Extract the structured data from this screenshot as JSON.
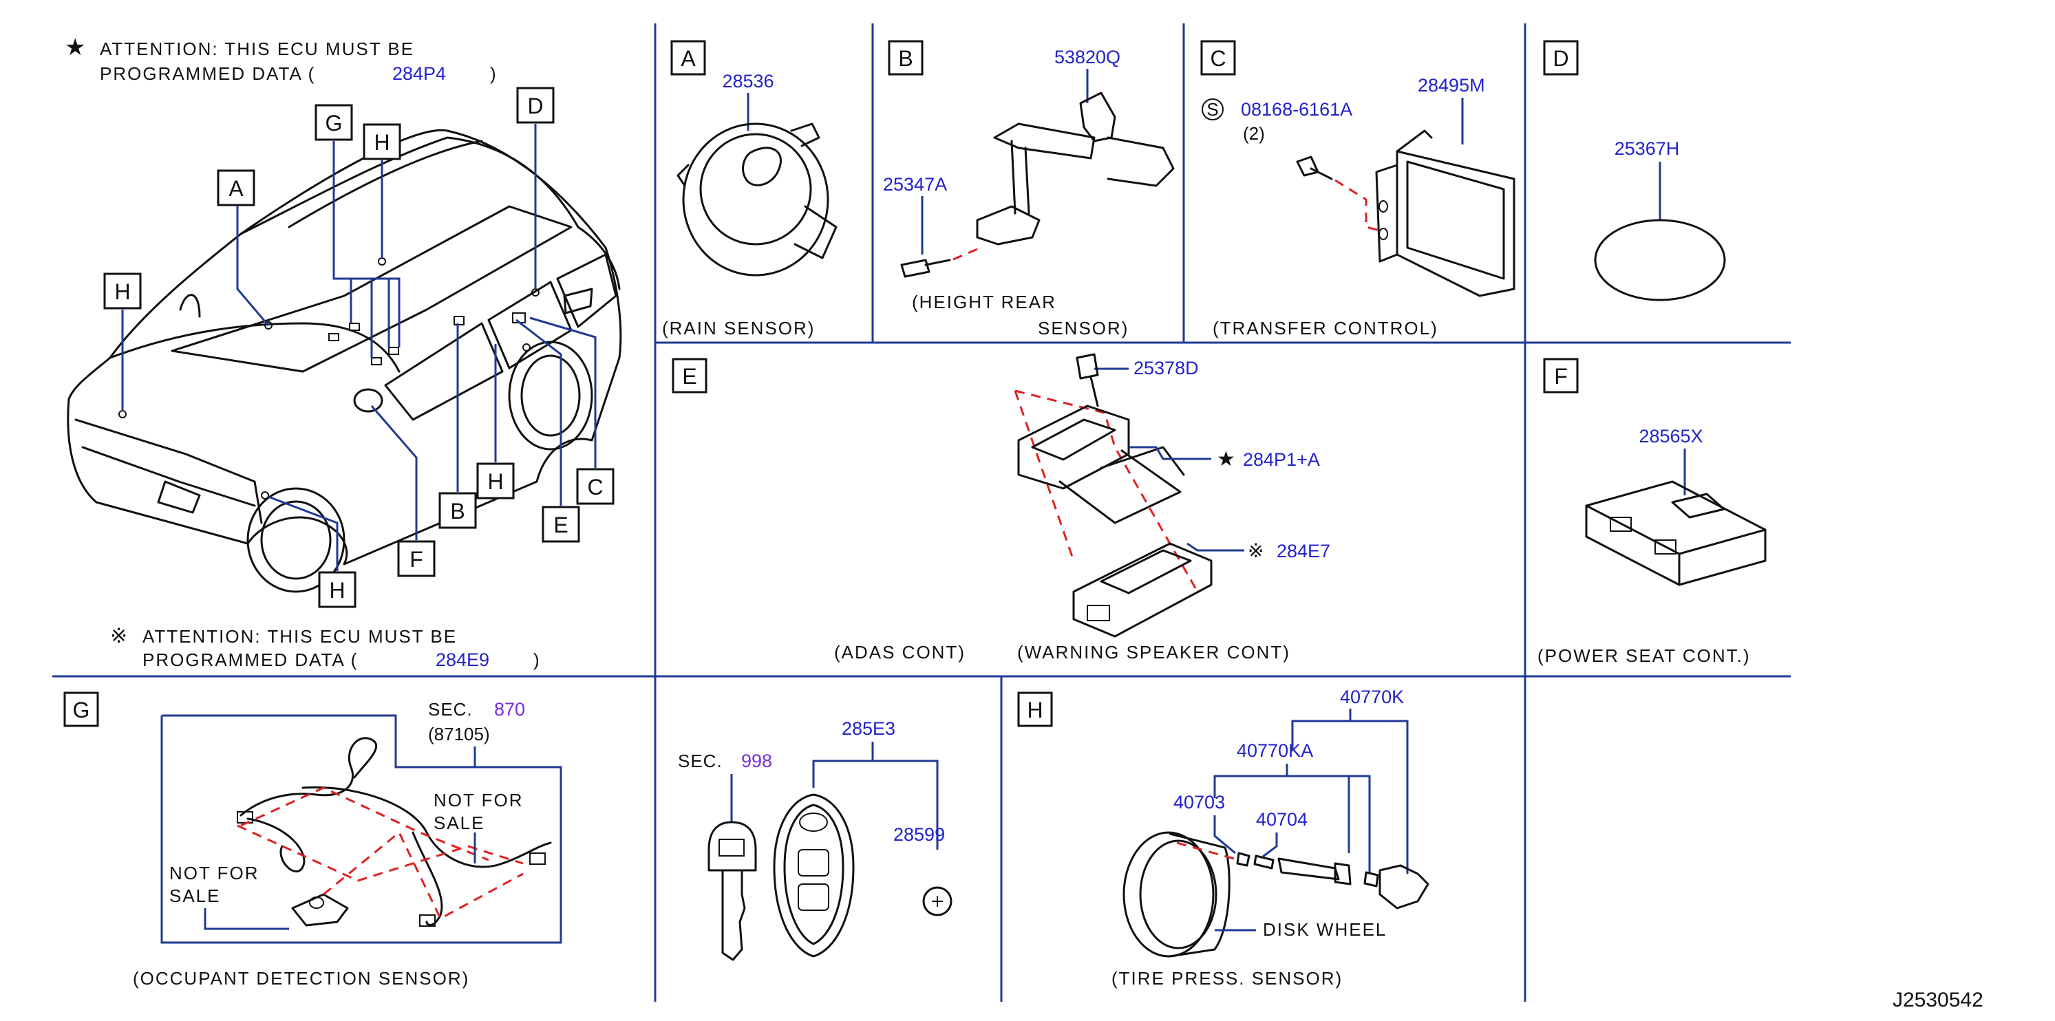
{
  "notes": {
    "star_line1": "ATTENTION:  THIS  ECU  MUST  BE",
    "star_line2": "PROGRAMMED  DATA  (",
    "star_code": "284P4",
    "star_close": ")",
    "kome_line1": "ATTENTION:  THIS  ECU  MUST  BE",
    "kome_line2": "PROGRAMMED  DATA  (",
    "kome_code": "284E9",
    "kome_close": ")",
    "star_symbol": "★",
    "kome_symbol": "※"
  },
  "overview_labels": [
    "A",
    "G",
    "H",
    "D",
    "H",
    "C",
    "H",
    "B",
    "E",
    "F",
    "H"
  ],
  "panels": {
    "A": {
      "label": "A",
      "part": "28536",
      "caption": "(RAIN   SENSOR)"
    },
    "B": {
      "label": "B",
      "part_top": "53820Q",
      "part_screw": "25347A",
      "caption_1": "(HEIGHT   REAR",
      "caption_2": "SENSOR)"
    },
    "C": {
      "label": "C",
      "s_mark": "S",
      "bolt": "08168-6161A",
      "qty": "(2)",
      "part": "28495M",
      "caption": "(TRANSFER   CONTROL)"
    },
    "D": {
      "label": "D",
      "part": "25367H"
    },
    "E": {
      "label": "E",
      "bolt": "25378D",
      "ecu": "284P1+A",
      "speaker": "284E7",
      "caption_1": "(ADAS   CONT)",
      "caption_2": "(WARNING   SPEAKER   CONT)"
    },
    "F": {
      "label": "F",
      "part": "28565X",
      "caption": "(POWER   SEAT   CONT.)"
    },
    "G": {
      "label": "G",
      "sec_prefix": "SEC.",
      "sec_num": "870",
      "sec_sub": "(87105)",
      "nfs1_a": "NOT   FOR",
      "nfs1_b": "SALE",
      "nfs2_a": "NOT   FOR",
      "nfs2_b": "SALE",
      "caption": "(OCCUPANT   DETECTION   SENSOR)"
    },
    "K": {
      "sec_prefix": "SEC.",
      "sec_num": "998",
      "part_key": "285E3",
      "part_battery": "28599"
    },
    "H": {
      "label": "H",
      "p1": "40770K",
      "p2": "40770KA",
      "p3": "40703",
      "p4": "40704",
      "wheel": "DISK   WHEEL",
      "caption": "(TIRE   PRESS.   SENSOR)"
    }
  },
  "figure_id": "J2530542",
  "colors": {
    "part_number": "#2222cc",
    "section_ref": "#7a2be2",
    "leader": "#1f3a93",
    "dashed": "#e02020",
    "line": "#111111"
  }
}
